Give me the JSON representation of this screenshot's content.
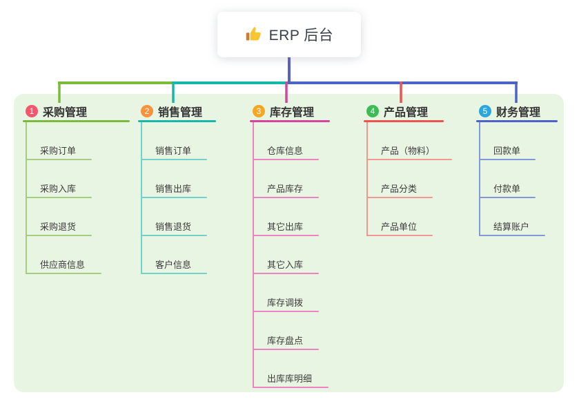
{
  "root": {
    "title": "ERP 后台",
    "icon": "thumbs-up-icon"
  },
  "panel_color": "#e9f5e3",
  "root_stub_color": "#5a5fc7",
  "branches": [
    {
      "num": "1",
      "title": "采购管理",
      "badge_color": "#f3566d",
      "line_color": "#7cb93f",
      "sub_line_color": "#a6cd7d",
      "items": [
        "采购订单",
        "采购入库",
        "采购退货",
        "供应商信息"
      ]
    },
    {
      "num": "2",
      "title": "销售管理",
      "badge_color": "#f9913d",
      "line_color": "#19b6ac",
      "sub_line_color": "#72d2ca",
      "items": [
        "销售订单",
        "销售出库",
        "销售退货",
        "客户信息"
      ]
    },
    {
      "num": "3",
      "title": "库存管理",
      "badge_color": "#f6a623",
      "line_color": "#d5459d",
      "sub_line_color": "#ee82c1",
      "items": [
        "仓库信息",
        "产品库存",
        "其它出库",
        "其它入库",
        "库存调拨",
        "库存盘点",
        "出库库明细"
      ]
    },
    {
      "num": "4",
      "title": "产品管理",
      "badge_color": "#3dbb55",
      "line_color": "#ef5350",
      "sub_line_color": "#f59693",
      "items": [
        "产品（物料）",
        "产品分类",
        "产品单位"
      ]
    },
    {
      "num": "5",
      "title": "财务管理",
      "badge_color": "#2aa7dd",
      "line_color": "#4a63c4",
      "sub_line_color": "#8298d8",
      "items": [
        "回款单",
        "付款单",
        "结算账户"
      ]
    }
  ]
}
